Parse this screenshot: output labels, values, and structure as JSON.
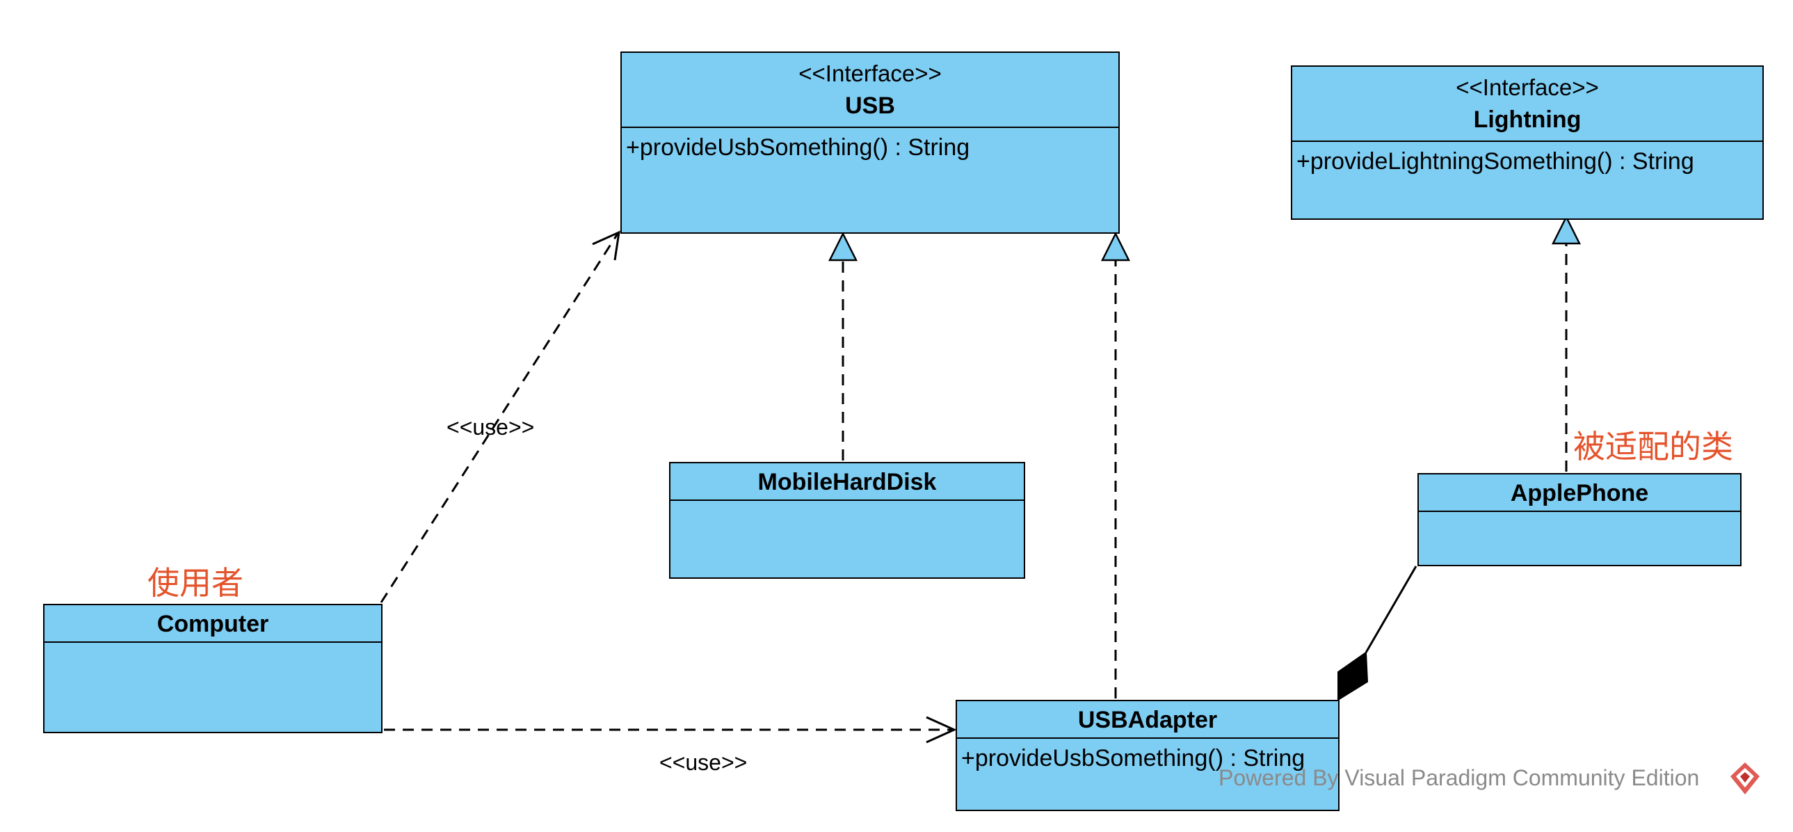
{
  "classes": {
    "usb": {
      "stereotype": "<<Interface>>",
      "name": "USB",
      "ops": "+provideUsbSomething() : String"
    },
    "lightning": {
      "stereotype": "<<Interface>>",
      "name": "Lightning",
      "ops": "+provideLightningSomething() : String"
    },
    "mobile_hard_disk": {
      "name": "MobileHardDisk"
    },
    "apple_phone": {
      "name": "ApplePhone"
    },
    "computer": {
      "name": "Computer"
    },
    "usb_adapter": {
      "name": "USBAdapter",
      "ops": "+provideUsbSomething() : String"
    }
  },
  "relations": {
    "use_label_1": "<<use>>",
    "use_label_2": "<<use>>"
  },
  "notes": {
    "user": "使用者",
    "adaptee": "被适配的类"
  },
  "watermark": "Powered By Visual Paradigm Community Edition",
  "colors": {
    "class_fill": "#7ecdf2",
    "note": "#e4532b",
    "watermark": "#8a8a8a"
  }
}
